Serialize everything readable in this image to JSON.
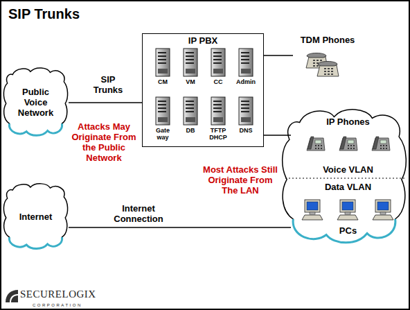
{
  "diagram": {
    "title": "SIP Trunks",
    "nodes": [
      {
        "text": [
          "Public Voice Network"
        ]
      },
      {
        "text": [
          "IP PBX"
        ]
      },
      {
        "text": [
          "CM"
        ],
        "in": 1
      },
      {
        "text": [
          "VM"
        ],
        "in": 1
      },
      {
        "text": [
          "CC"
        ],
        "in": 1
      },
      {
        "text": [
          "Admin"
        ],
        "in": 1
      },
      {
        "text": [
          "Gate way"
        ],
        "in": 1
      },
      {
        "text": [
          "DB"
        ],
        "in": 1
      },
      {
        "text": [
          "TFTP DHCP"
        ],
        "in": 1
      },
      {
        "text": [
          "DNS"
        ],
        "in": 1
      },
      {
        "text": [
          "TDM Phones"
        ]
      },
      {
        "text": [
          "IP Phones",
          "Voice VLAN"
        ]
      },
      {
        "text": [
          "Data VLAN",
          "PCs"
        ]
      },
      {
        "text": [
          "Internet"
        ]
      }
    ],
    "edges": [
      {
        "from": 0,
        "to": 1,
        "label": "SIP Trunks",
        "arrow": "none"
      },
      {
        "from": 1,
        "to": 10,
        "arrow": "none"
      },
      {
        "from": 1,
        "to": 11,
        "arrow": "none"
      },
      {
        "from": 13,
        "to": 12,
        "label": "Internet Connection",
        "arrow": "none"
      }
    ],
    "labels": [
      "Attacks May Originate From the Public Network",
      "Most Attacks Still Originate From The LAN",
      "SECURELOGIX",
      "CORPORATION"
    ]
  }
}
